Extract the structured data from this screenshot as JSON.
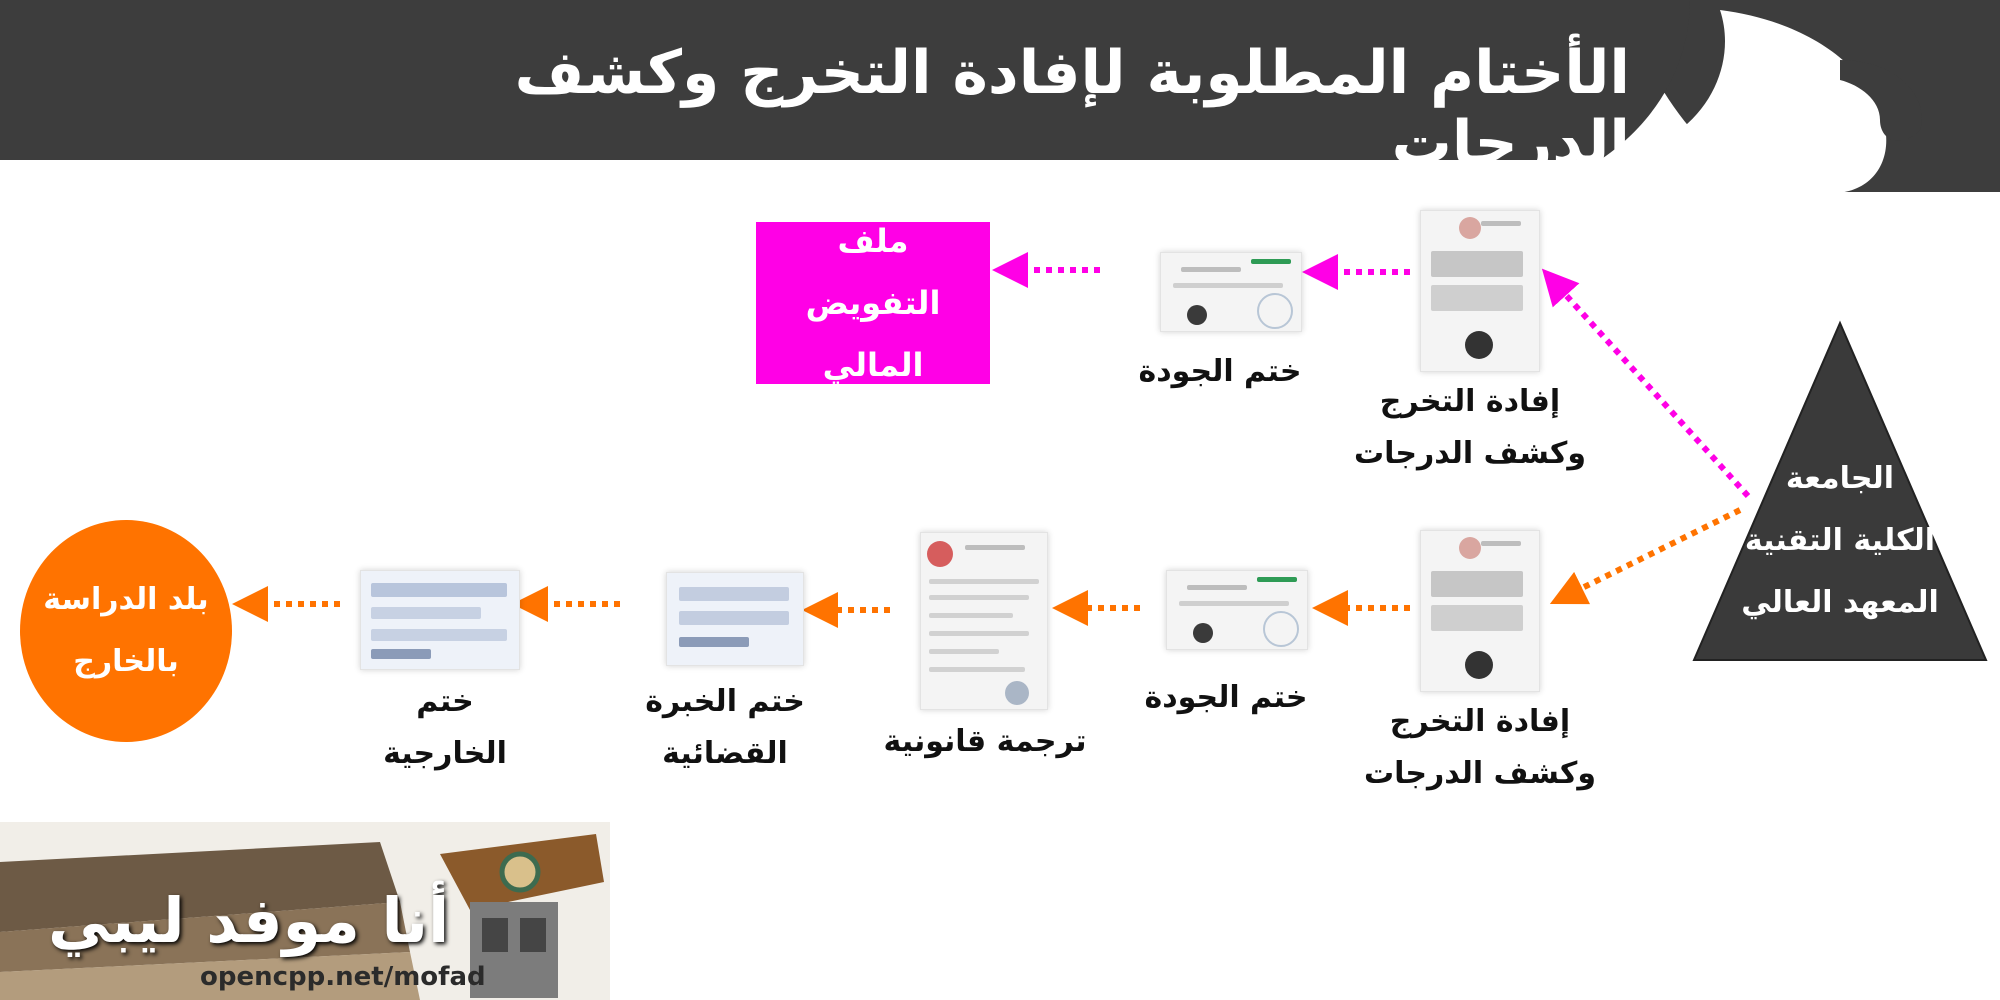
{
  "header": {
    "title": "الأختام المطلوبة لإفادة التخرج وكشف الدرجات",
    "bg_color": "#3d3d3d"
  },
  "source": {
    "line1": "الجامعة",
    "line2": "الكلية التقنية",
    "line3": "المعهد العالي"
  },
  "track_top": {
    "color": "#ff00e6",
    "step1": {
      "line1": "إفادة التخرج",
      "line2": "وكشف الدرجات"
    },
    "step2": "ختم الجودة",
    "destination": {
      "line1": "ملف",
      "line2": "التفويض المالي"
    }
  },
  "track_bottom": {
    "color": "#ff7300",
    "step1": {
      "line1": "إفادة التخرج",
      "line2": "وكشف الدرجات"
    },
    "step2": "ختم الجودة",
    "step3": "ترجمة قانونية",
    "step4": "ختم الخبرة القضائية",
    "step5": "ختم الخارجية",
    "destination": {
      "line1": "بلد الدراسة",
      "line2": "بالخارج"
    }
  },
  "logo": {
    "title": "أنا موفد ليبي",
    "url": "opencpp.net/mofad"
  },
  "icons": [
    "certificate-document-icon",
    "quality-stamp-icon",
    "translation-document-icon",
    "judicial-stamp-icon",
    "foreign-ministry-stamp-icon"
  ]
}
